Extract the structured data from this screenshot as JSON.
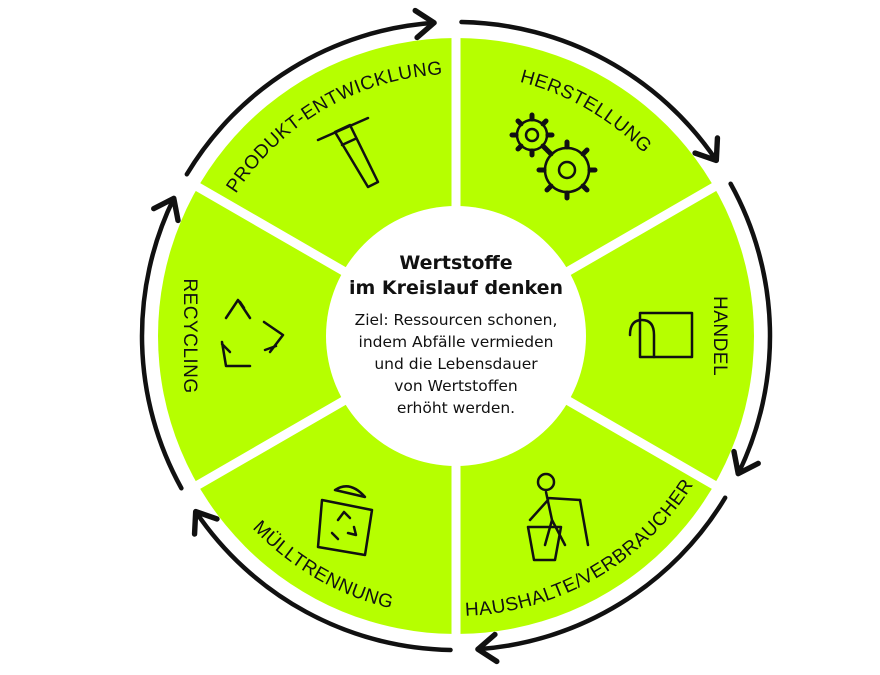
{
  "title": [
    "Wertstoffe",
    "im Kreislauf denken"
  ],
  "description": [
    "Ziel: Ressourcen schonen,",
    "indem Abfälle vermieden",
    "und die Lebensdauer",
    "von Wertstoffen",
    "erhöht werden."
  ],
  "segments": [
    {
      "label": "PRODUKT-ENTWICKLUNG",
      "icon": "pen-icon"
    },
    {
      "label": "HERSTELLUNG",
      "icon": "gears-icon"
    },
    {
      "label": "HANDEL",
      "icon": "shopping-bag-icon"
    },
    {
      "label": "HAUSHALTE/VERBRAUCHER",
      "icon": "person-trash-icon"
    },
    {
      "label": "MÜLLTRENNUNG",
      "icon": "recycling-bin-icon"
    },
    {
      "label": "RECYCLING",
      "icon": "recycle-icon"
    }
  ],
  "colors": {
    "segment": "#b6ff00",
    "ring": "#111111"
  }
}
